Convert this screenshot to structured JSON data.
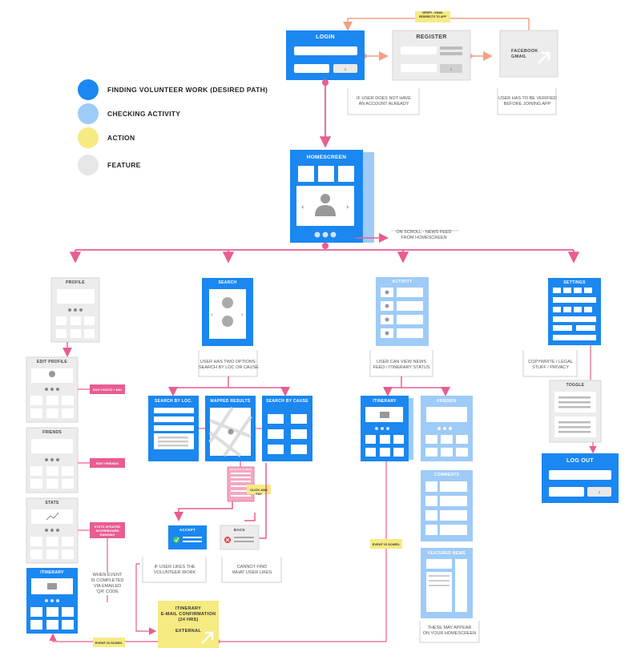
{
  "legend": [
    {
      "label": "FINDING VOLUNTEER WORK (DESIRED PATH)",
      "color": "#1b87f0"
    },
    {
      "label": "CHECKING ACTIVITY",
      "color": "#9ecbf7"
    },
    {
      "label": "ACTION",
      "color": "#f6ea82"
    },
    {
      "label": "FEATURE",
      "color": "#e6e6e6"
    }
  ],
  "colors": {
    "primary": "#1b87f0",
    "activity": "#9ecbf7",
    "action": "#f6ea82",
    "feature": "#e6e6e6",
    "connector": "#e85d92",
    "register_flow": "#f3a283"
  },
  "screens": {
    "login": "LOGIN",
    "register": "REGISTER",
    "facebook_gmail": "FACEBOOK\nGMAIL",
    "homescreen": "HOMESCREEN",
    "profile": "PROFILE",
    "edit_profile": "EDIT PROFILE",
    "friends_left": "FRIENDS",
    "stats": "STATS",
    "itinerary_left": "ITINERARY",
    "search": "SEARCH",
    "search_by_loc": "SEARCH BY LOC.",
    "mapped_results": "MAPPED RESULTS",
    "search_by_cause": "SEARCH BY CAUSE",
    "details_info": "DETAILS & INFO",
    "accept": "ACCEPT",
    "back": "BACK",
    "activity": "ACTIVITY",
    "itinerary": "ITINERARY",
    "friends": "FRIENDS",
    "comments": "COMMENTS",
    "featured_news": "FEATURED NEWS",
    "settings": "SETTINGS",
    "toggle": "TOGGLE",
    "log_out": "LOG OUT",
    "external_box": "ITINERARY\nE-MAIL CONFIRMATION\n(24 HRS)\n\nEXTERNAL"
  },
  "notes": {
    "verify_email": "VERIFY - EMAIL\nREDIRECTS TO APP",
    "no_account": "IF USER DOES NOT HAVE\nAN ACCOUNT ALREADY",
    "verified": "USER HAS TO BE VERIFIED\nBEFORE JOINING APP",
    "on_scroll": "ON SCROLL - NEWS FEED\nFROM HOMESCREEN",
    "search_options": "USER HAS TWO OPTIONS-\nSEARCH BY LOC OR CAUSE",
    "activity_view": "USER CAN VIEW NEWS\nFEED / ITINERARY STATUS",
    "copywrite": "COPYWRITE / LEGAL\nSTUFF / PRIVACY",
    "likes_work": "IF USER LIKES THE\nVOLUNTEER WORK",
    "cannot_find": "CANNOT FIND\nWHAT USER LIKES",
    "event_completed": "WHEN EVENT\nIS COMPLETED\nVIA EMAILED\n'QR' CODE",
    "homescreen_news": "THESE MAY APPEAR\nON YOUR HOMESCREEN"
  },
  "tags": {
    "edit_photo_bio": "EDIT PHOTO + BIO",
    "edit_friends": "EDIT FRIENDS",
    "stats_update": "STATS UPDATED\nSCOREBOARD\nRANKING",
    "click_and_pay": "CLICK AND PAY",
    "event_sched_right": "EVENT IS SCHED.",
    "event_sched_bottom": "EVENT IS SCHED."
  }
}
